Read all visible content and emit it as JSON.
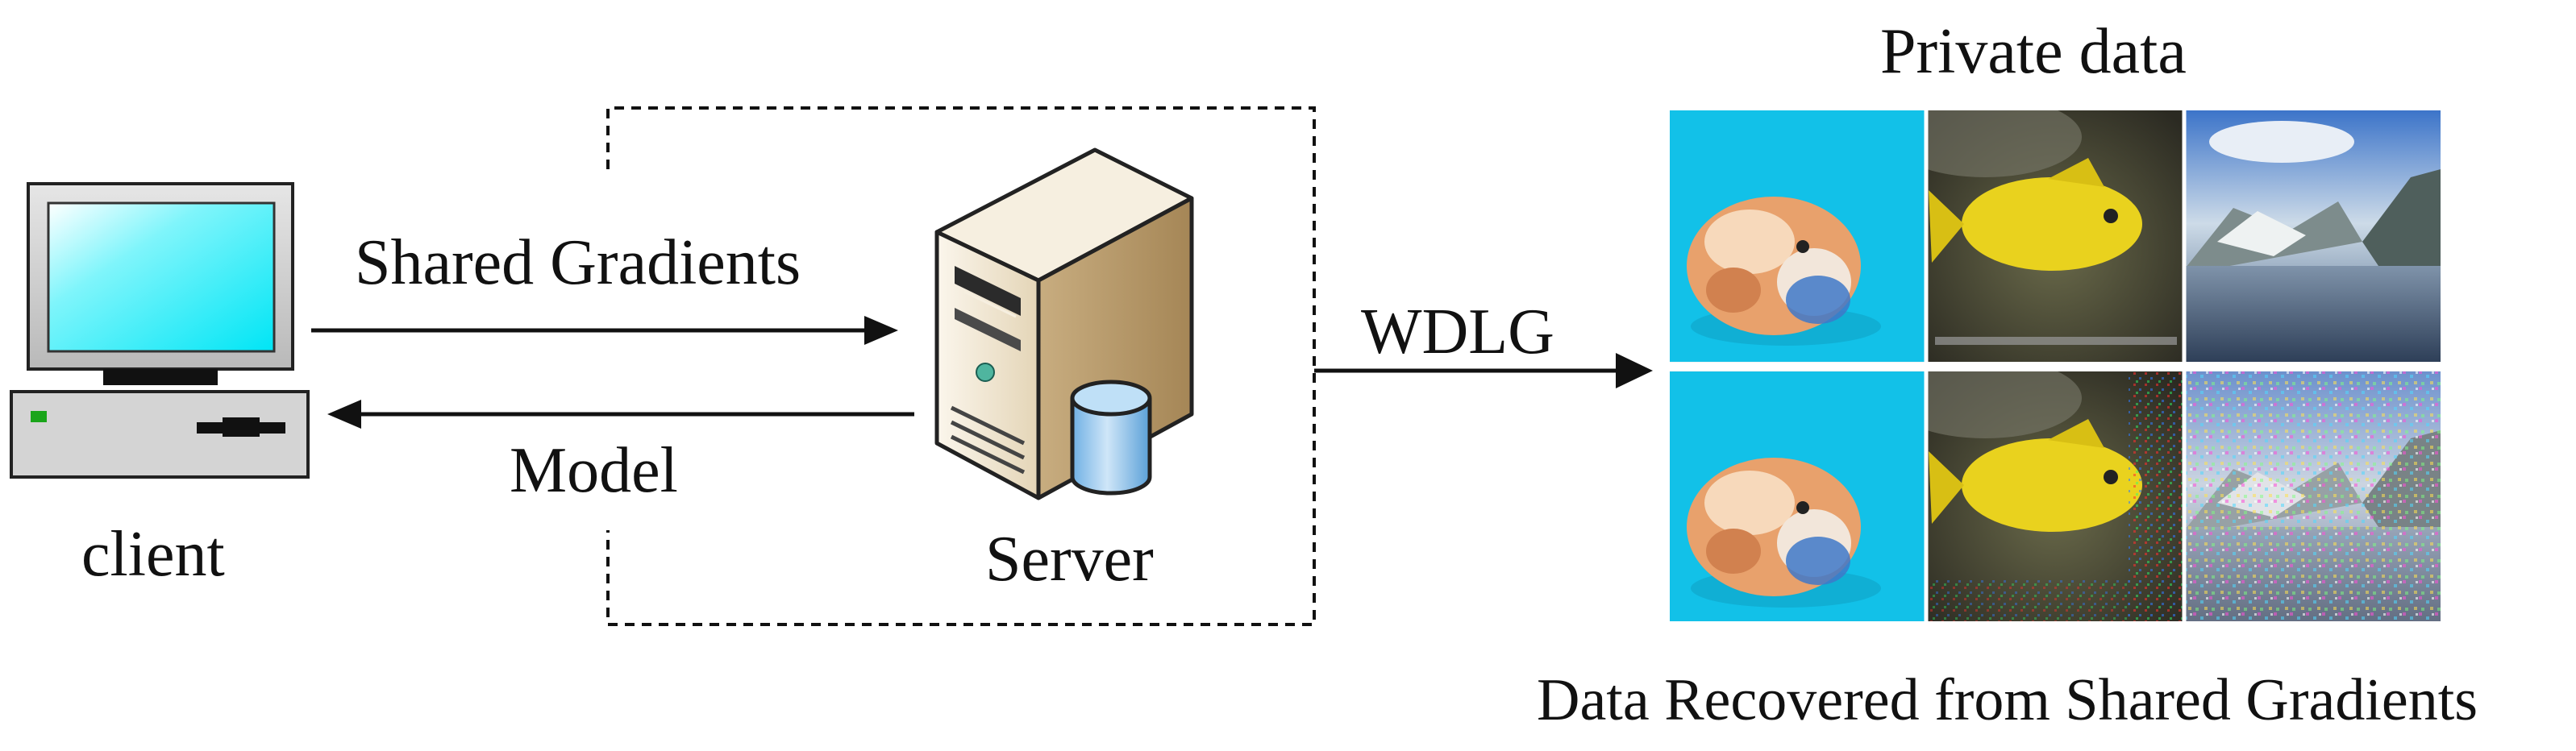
{
  "labels": {
    "shared_gradients": "Shared Gradients",
    "model": "Model",
    "client": "client",
    "server": "Server",
    "wdlg": "WDLG",
    "private_data": "Private data",
    "recovered": "Data Recovered from Shared Gradients"
  },
  "icons": {
    "client": "desktop-computer-icon",
    "server": "server-tower-icon",
    "database": "database-cylinder-icon"
  },
  "image_grid": {
    "rows": [
      "private",
      "recovered"
    ],
    "columns": [
      "hamster",
      "fish",
      "landscape"
    ]
  },
  "colors": {
    "screen": "#00e5f5",
    "hamster_bg": "#12c1e8",
    "fish": "#e9d21e",
    "server_body": "#e9dcc3",
    "database": "#8fc3ec"
  }
}
